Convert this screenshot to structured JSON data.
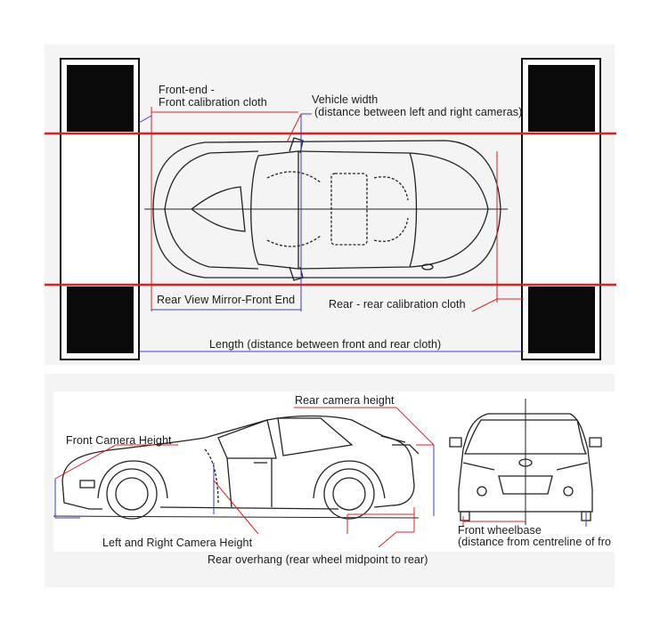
{
  "top_view": {
    "front_end_line1": "Front-end -",
    "front_end_line2": "Front calibration cloth",
    "vehicle_width_line1": "Vehicle width",
    "vehicle_width_line2": "(distance between left and right cameras)",
    "mirror_front_end": "Rear View Mirror-Front End",
    "rear_cloth": "Rear - rear calibration cloth",
    "length": "Length (distance between front and rear cloth)"
  },
  "side_view": {
    "rear_camera_height": "Rear camera height",
    "front_camera_height": "Front Camera Height",
    "lr_camera_height": "Left and Right Camera Height",
    "rear_overhang": "Rear overhang (rear wheel midpoint to rear)"
  },
  "front_view": {
    "wheelbase_line1": "Front wheelbase",
    "wheelbase_line2": "(distance from centreline of fro"
  },
  "colors": {
    "guide_red": "#e02020",
    "guide_blue": "#3a3ad0",
    "panel_black": "#0a0a0a",
    "background_grey": "#f4f4f4"
  }
}
